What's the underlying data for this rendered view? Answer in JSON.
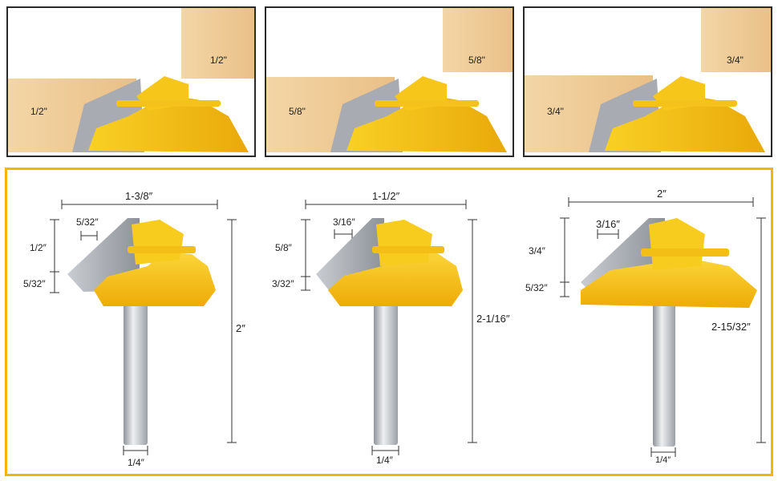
{
  "colors": {
    "accent": "#f2b705",
    "yellow": "#f6c61a",
    "wood": "#f1cf9c",
    "steel": "#b8bcc2"
  },
  "joint_panels": [
    {
      "vertical_label": "1/2\"",
      "horizontal_label": "1/2\""
    },
    {
      "vertical_label": "5/8\"",
      "horizontal_label": "5/8\""
    },
    {
      "vertical_label": "3/4\"",
      "horizontal_label": "3/4\""
    }
  ],
  "bits": [
    {
      "width": "1-3/8″",
      "height": "2″",
      "depth": "1/2″",
      "tip": "5/32″",
      "lip": "5/32″",
      "shank": "1/4″"
    },
    {
      "width": "1-1/2″",
      "height": "2-1/16″",
      "depth": "5/8″",
      "tip": "3/32″",
      "lip": "3/16″",
      "shank": "1/4″"
    },
    {
      "width": "2″",
      "height": "2-15/32″",
      "depth": "3/4″",
      "tip": "5/32″",
      "lip": "3/16″",
      "shank": "1/4″"
    }
  ]
}
